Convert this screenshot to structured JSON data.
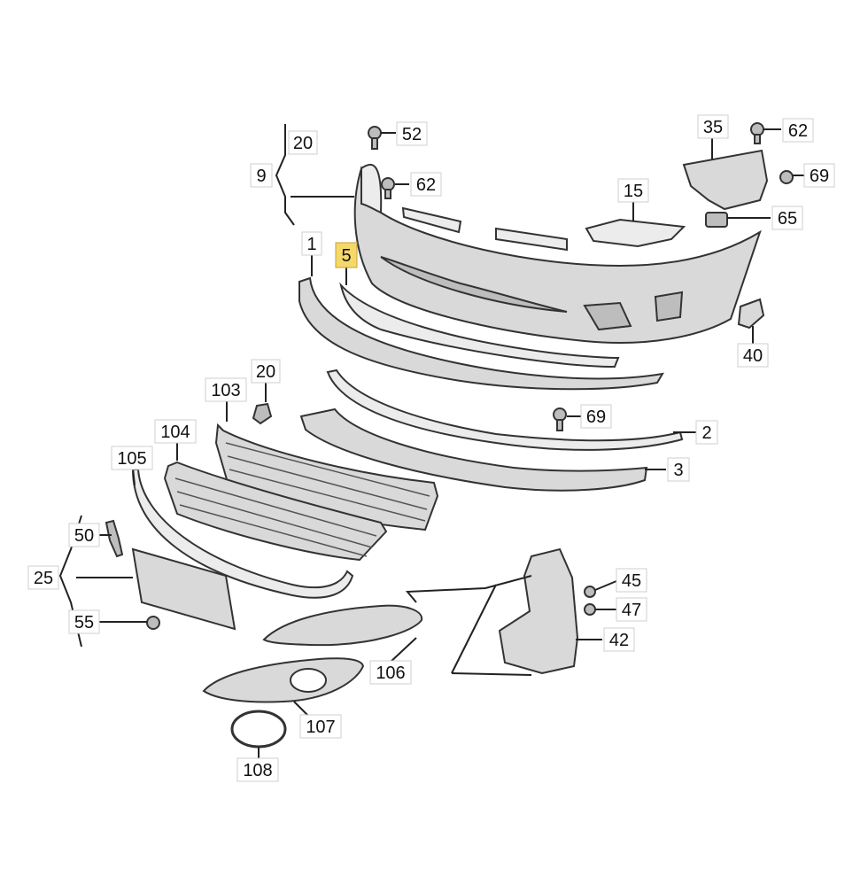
{
  "callouts": {
    "c1": "1",
    "c2": "2",
    "c3": "3",
    "c5": "5",
    "c9": "9",
    "c15": "15",
    "c20a": "20",
    "c20b": "20",
    "c25": "25",
    "c35": "35",
    "c40": "40",
    "c42": "42",
    "c45": "45",
    "c47": "47",
    "c50": "50",
    "c52": "52",
    "c55": "55",
    "c62a": "62",
    "c62b": "62",
    "c65": "65",
    "c69a": "69",
    "c69b": "69",
    "c103": "103",
    "c104": "104",
    "c105": "105",
    "c106": "106",
    "c107": "107",
    "c108": "108"
  },
  "highlighted_callout": "5",
  "colors": {
    "highlight": "#f5d86a",
    "part_fill": "#d9d9d9",
    "line": "#222222"
  }
}
